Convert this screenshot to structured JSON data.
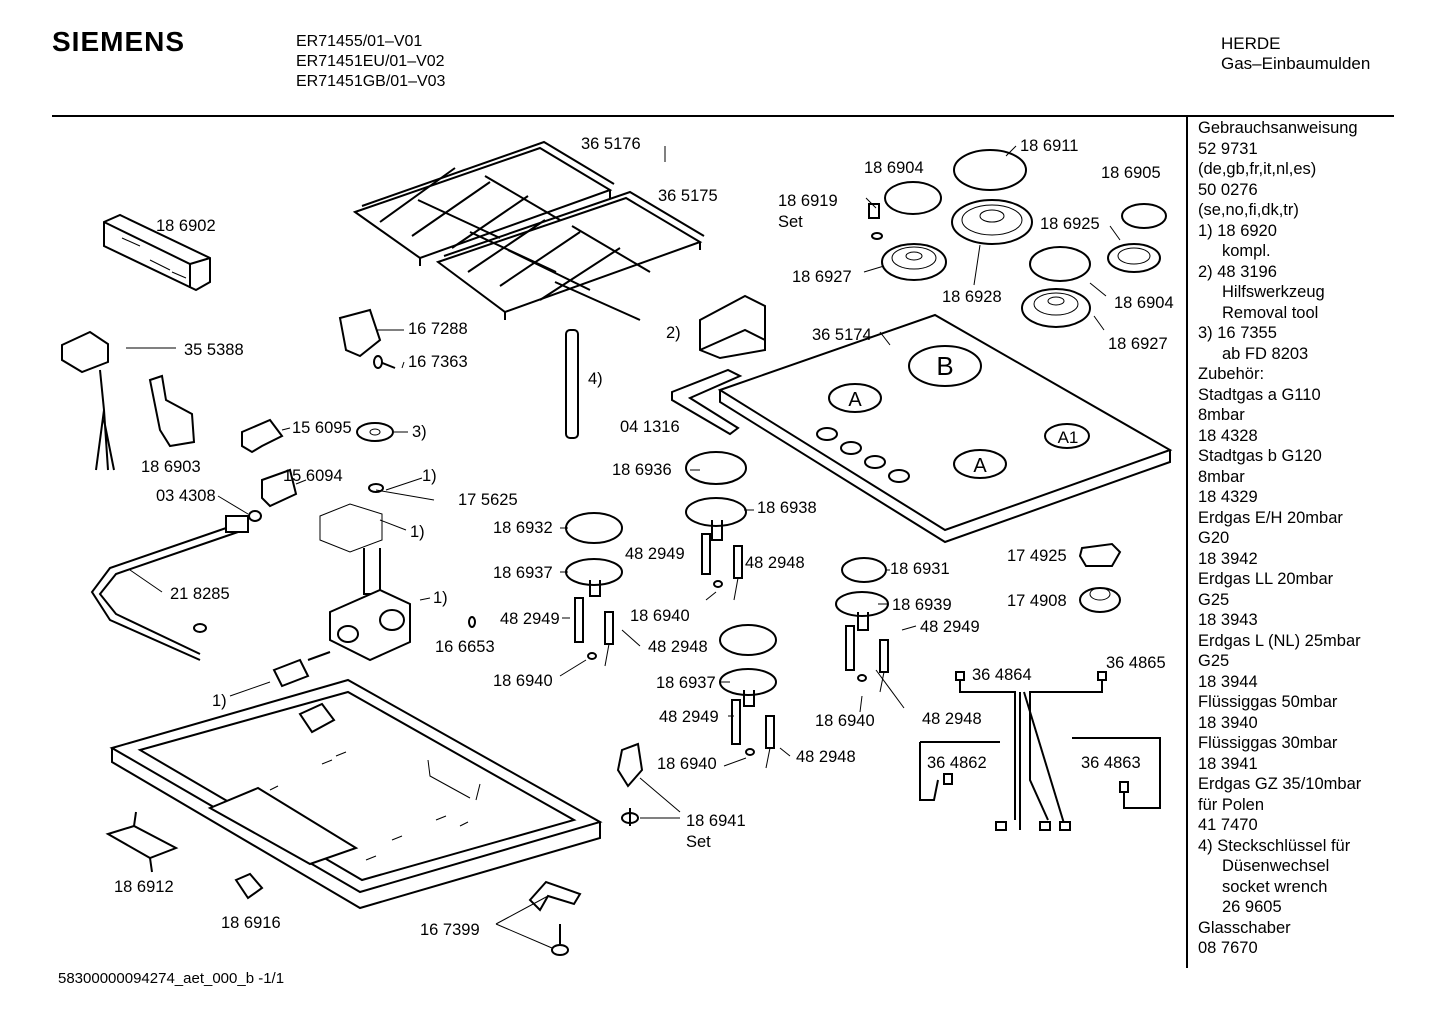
{
  "header": {
    "brand": "SIEMENS",
    "models": [
      "ER71455/01–V01",
      "ER71451EU/01–V02",
      "ER71451GB/01–V03"
    ],
    "category": [
      "HERDE",
      "Gas–Einbaumulden"
    ]
  },
  "side_notes": [
    {
      "text": "Gebrauchsanweisung"
    },
    {
      "text": "52 9731"
    },
    {
      "text": "(de,gb,fr,it,nl,es)"
    },
    {
      "text": "50 0276"
    },
    {
      "text": "(se,no,fi,dk,tr)"
    },
    {
      "text": "1)  18 6920"
    },
    {
      "text": "kompl.",
      "indent": true
    },
    {
      "text": "2)  48 3196"
    },
    {
      "text": "Hilfswerkzeug",
      "indent": true
    },
    {
      "text": "Removal tool",
      "indent": true
    },
    {
      "text": "3)  16 7355"
    },
    {
      "text": "ab FD 8203",
      "indent": true
    },
    {
      "text": "Zubehör:"
    },
    {
      "text": "Stadtgas a G110"
    },
    {
      "text": "8mbar"
    },
    {
      "text": "18 4328"
    },
    {
      "text": "Stadtgas b G120"
    },
    {
      "text": "8mbar"
    },
    {
      "text": "18 4329"
    },
    {
      "text": "Erdgas E/H 20mbar"
    },
    {
      "text": "G20"
    },
    {
      "text": "18 3942"
    },
    {
      "text": "Erdgas LL 20mbar"
    },
    {
      "text": "G25"
    },
    {
      "text": "18 3943"
    },
    {
      "text": "Erdgas L (NL) 25mbar"
    },
    {
      "text": "G25"
    },
    {
      "text": "18 3944"
    },
    {
      "text": "Flüssiggas 50mbar"
    },
    {
      "text": "18 3940"
    },
    {
      "text": "Flüssiggas 30mbar"
    },
    {
      "text": "18 3941"
    },
    {
      "text": "Erdgas GZ 35/10mbar"
    },
    {
      "text": "für Polen"
    },
    {
      "text": "41 7470"
    },
    {
      "text": "4)  Steckschlüssel für"
    },
    {
      "text": "Düsenwechsel",
      "indent": true
    },
    {
      "text": "socket wrench",
      "indent": true
    },
    {
      "text": "26 9605",
      "indent": true
    },
    {
      "text": "Glasschaber"
    },
    {
      "text": "08 7670"
    }
  ],
  "footer": "58300000094274_aet_000_b   -1/1",
  "part_labels": [
    "18 6902",
    "36 5176",
    "36 5175",
    "18 6904",
    "18 6911",
    "18 6905",
    "18 6919",
    "Set",
    "18 6925",
    "18 6927",
    "18 6928",
    "18 6904",
    "18 6927",
    "35 5388",
    "16 7288",
    "16 7363",
    "2)",
    "36 5174",
    "4)",
    "18 6903",
    "15 6095",
    "3)",
    "04 1316",
    "15 6094",
    "1)",
    "17 5625",
    "03 4308",
    "1)",
    "18 6936",
    "18 6938",
    "18 6932",
    "48 2949",
    "48 2948",
    "18 6937",
    "21 8285",
    "1)",
    "16 6653",
    "48 2949",
    "18 6940",
    "48 2948",
    "18 6931",
    "18 6939",
    "48 2949",
    "17 4925",
    "17 4908",
    "36 4864",
    "36 4865",
    "18 6940",
    "18 6937",
    "48 2949",
    "18 6940",
    "48 2948",
    "48 2948",
    "1)",
    "36 4862",
    "36 4863",
    "18 6941",
    "Set",
    "18 6912",
    "18 6916",
    "16 7399"
  ],
  "burner_marks": [
    "B",
    "A",
    "A1",
    "A"
  ]
}
